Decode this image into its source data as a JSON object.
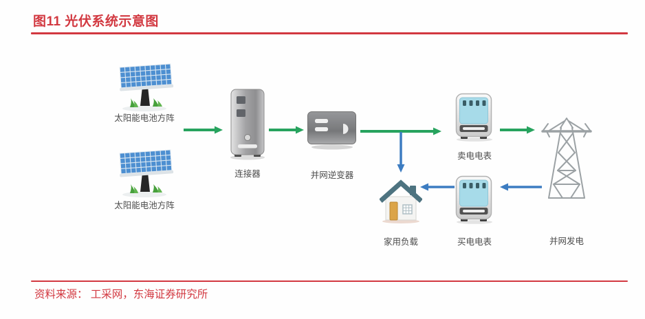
{
  "header": {
    "title": "图11  光伏系统示意图"
  },
  "footer": {
    "source": "资料来源： 工采网，东海证券研究所"
  },
  "colors": {
    "accent_red": "#d23840",
    "arrow_green": "#27a35e",
    "arrow_blue": "#3c7cc1",
    "label_gray": "#4c4c4c",
    "meter_screen_blue": "#a7dbe9",
    "panel_blue": "#4d8fd1",
    "roof_teal": "#4d7380",
    "door_orange": "#dba448"
  },
  "diagram": {
    "nodes": [
      {
        "id": "solar-array-1",
        "label": "太阳能电池方阵",
        "icon": "solar-panel-icon"
      },
      {
        "id": "solar-array-2",
        "label": "太阳能电池方阵",
        "icon": "solar-panel-icon"
      },
      {
        "id": "connector",
        "label": "连接器",
        "icon": "server-tower-icon"
      },
      {
        "id": "inverter",
        "label": "并网逆变器",
        "icon": "inverter-box-icon"
      },
      {
        "id": "sell-meter",
        "label": "卖电电表",
        "icon": "electric-meter-icon"
      },
      {
        "id": "grid-power",
        "label": "并网发电",
        "icon": "transmission-tower-icon"
      },
      {
        "id": "home-load",
        "label": "家用负载",
        "icon": "house-icon"
      },
      {
        "id": "buy-meter",
        "label": "买电电表",
        "icon": "electric-meter-icon"
      }
    ],
    "flows": [
      {
        "from": "solar-array",
        "to": "connector",
        "color": "green"
      },
      {
        "from": "connector",
        "to": "inverter",
        "color": "green"
      },
      {
        "from": "inverter",
        "to": "sell-meter",
        "color": "green"
      },
      {
        "from": "sell-meter",
        "to": "grid-power",
        "color": "green"
      },
      {
        "from": "inverter",
        "to": "home-load",
        "color": "blue"
      },
      {
        "from": "grid-power",
        "to": "buy-meter",
        "color": "blue"
      },
      {
        "from": "buy-meter",
        "to": "home-load",
        "color": "blue"
      }
    ]
  }
}
